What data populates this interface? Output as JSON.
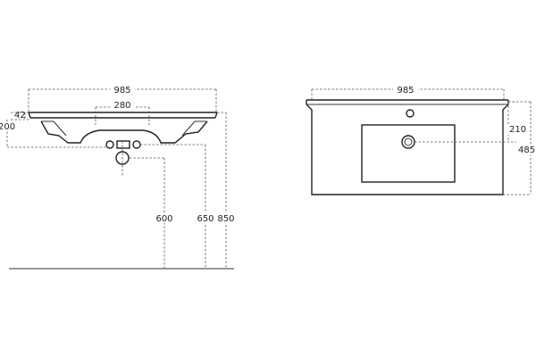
{
  "side_view": {
    "width_label": "985",
    "tap_spacing_label": "280",
    "rim_thickness_label": "42",
    "bowl_depth_label": "200",
    "trap_height_label": "600",
    "waste_height_label": "650",
    "rim_height_label": "850"
  },
  "top_view": {
    "width_label": "985",
    "drain_offset_label": "210",
    "depth_label": "485"
  }
}
